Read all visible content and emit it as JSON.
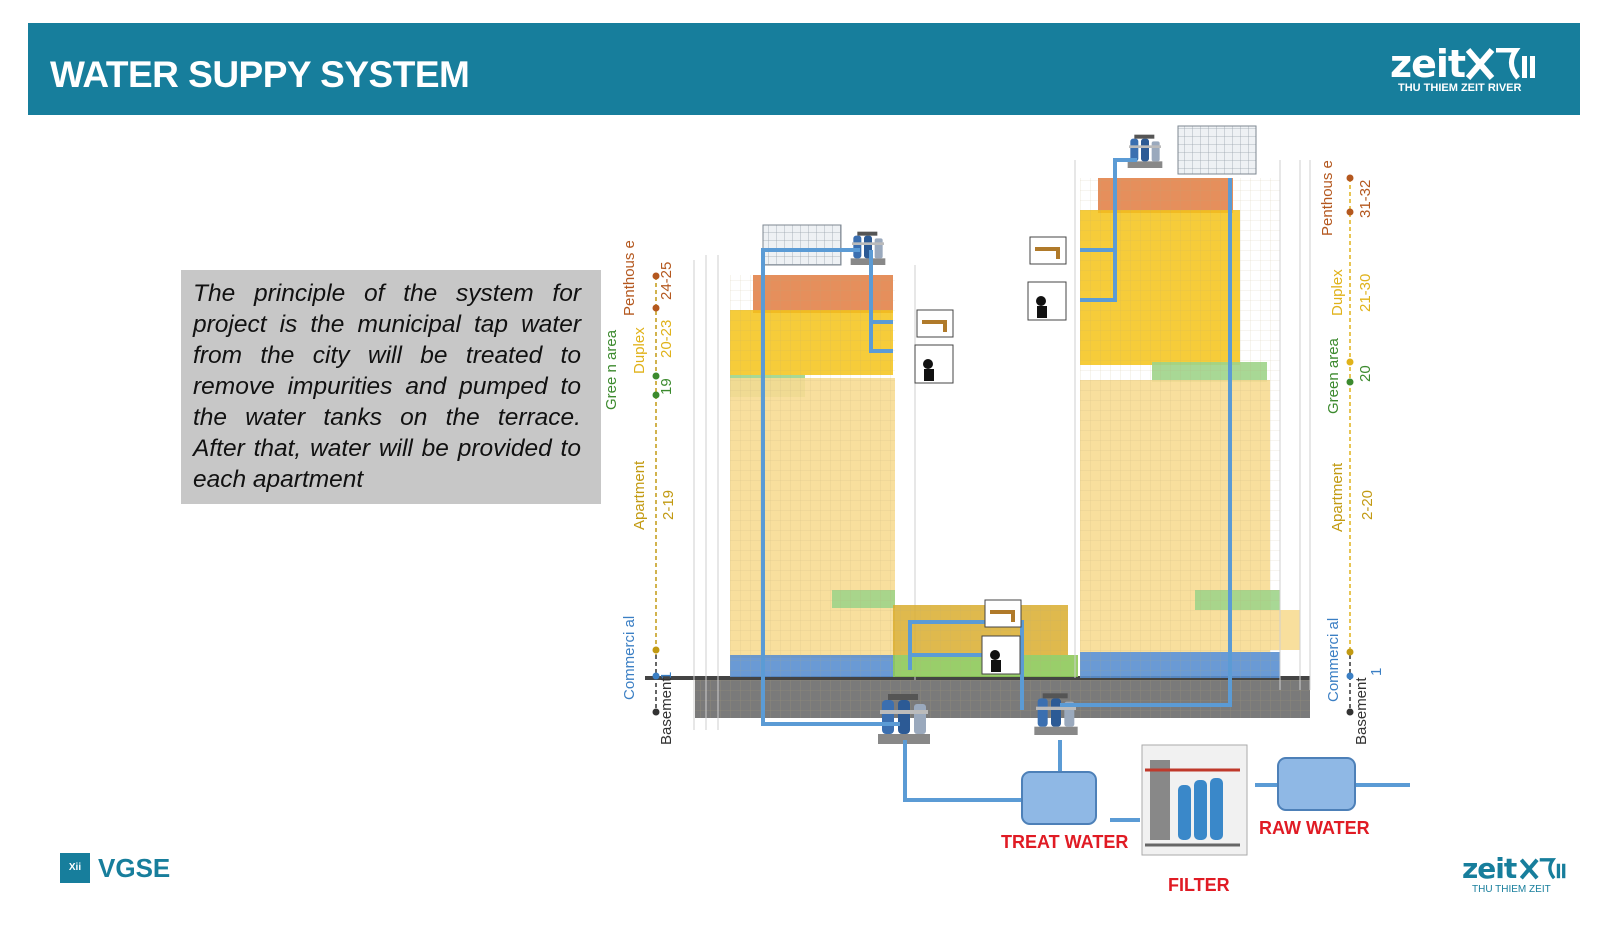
{
  "header": {
    "title": "WATER SUPPY SYSTEM",
    "logo_word": "zeit",
    "logo_subtitle": "THU THIEM ZEIT RIVER"
  },
  "description": "The principle of the system for project is the municipal tap water from the city will be treated to remove impurities and pumped to the water tanks on the terrace. After that, water will be provided to each apartment",
  "left_tower": {
    "zones": [
      {
        "name": "Penthous e",
        "floors": "24-25",
        "color": "#b4581f"
      },
      {
        "name": "Duplex",
        "floors": "20-23",
        "color": "#e0b21a"
      },
      {
        "name": "Gree n area",
        "floors": "19",
        "color": "#3c8a2e"
      },
      {
        "name": "Apartment",
        "floors": "2-19",
        "color": "#c29a12"
      },
      {
        "name": "Commerci al",
        "floors": "1",
        "color": "#3b7fc4"
      },
      {
        "name": "Basement",
        "floors": "",
        "color": "#333333"
      }
    ]
  },
  "right_tower": {
    "zones": [
      {
        "name": "Penthous e",
        "floors": "31-32",
        "color": "#b4581f"
      },
      {
        "name": "Duplex",
        "floors": "21-30",
        "color": "#e0b21a"
      },
      {
        "name": "Green area",
        "floors": "20",
        "color": "#3c8a2e"
      },
      {
        "name": "Apartment",
        "floors": "2-20",
        "color": "#c29a12"
      },
      {
        "name": "Commerci al",
        "floors": "1",
        "color": "#3b7fc4"
      },
      {
        "name": "Basement",
        "floors": "",
        "color": "#333333"
      }
    ]
  },
  "process_labels": {
    "treat": "TREAT WATER",
    "raw": "RAW WATER",
    "filter": "FILTER"
  },
  "footer": {
    "vgse_mark": "Xii",
    "vgse_text": "VGSE",
    "logo_word": "zeit",
    "logo_subtitle": "THU THIEM ZEIT"
  },
  "colors": {
    "header": "#177e9c",
    "pipe": "#5b9bd5",
    "penthouse": "#e07b40",
    "duplex": "#f5c318",
    "green_area": "#9fd48a",
    "apartment": "#f7dc92",
    "commercial": "#5a8fd0",
    "basement": "#777777",
    "label_red": "#e01b24"
  },
  "icons": [
    "water-tank-icon",
    "booster-pump-icon",
    "faucet-icon",
    "shower-icon",
    "filter-unit-icon"
  ]
}
